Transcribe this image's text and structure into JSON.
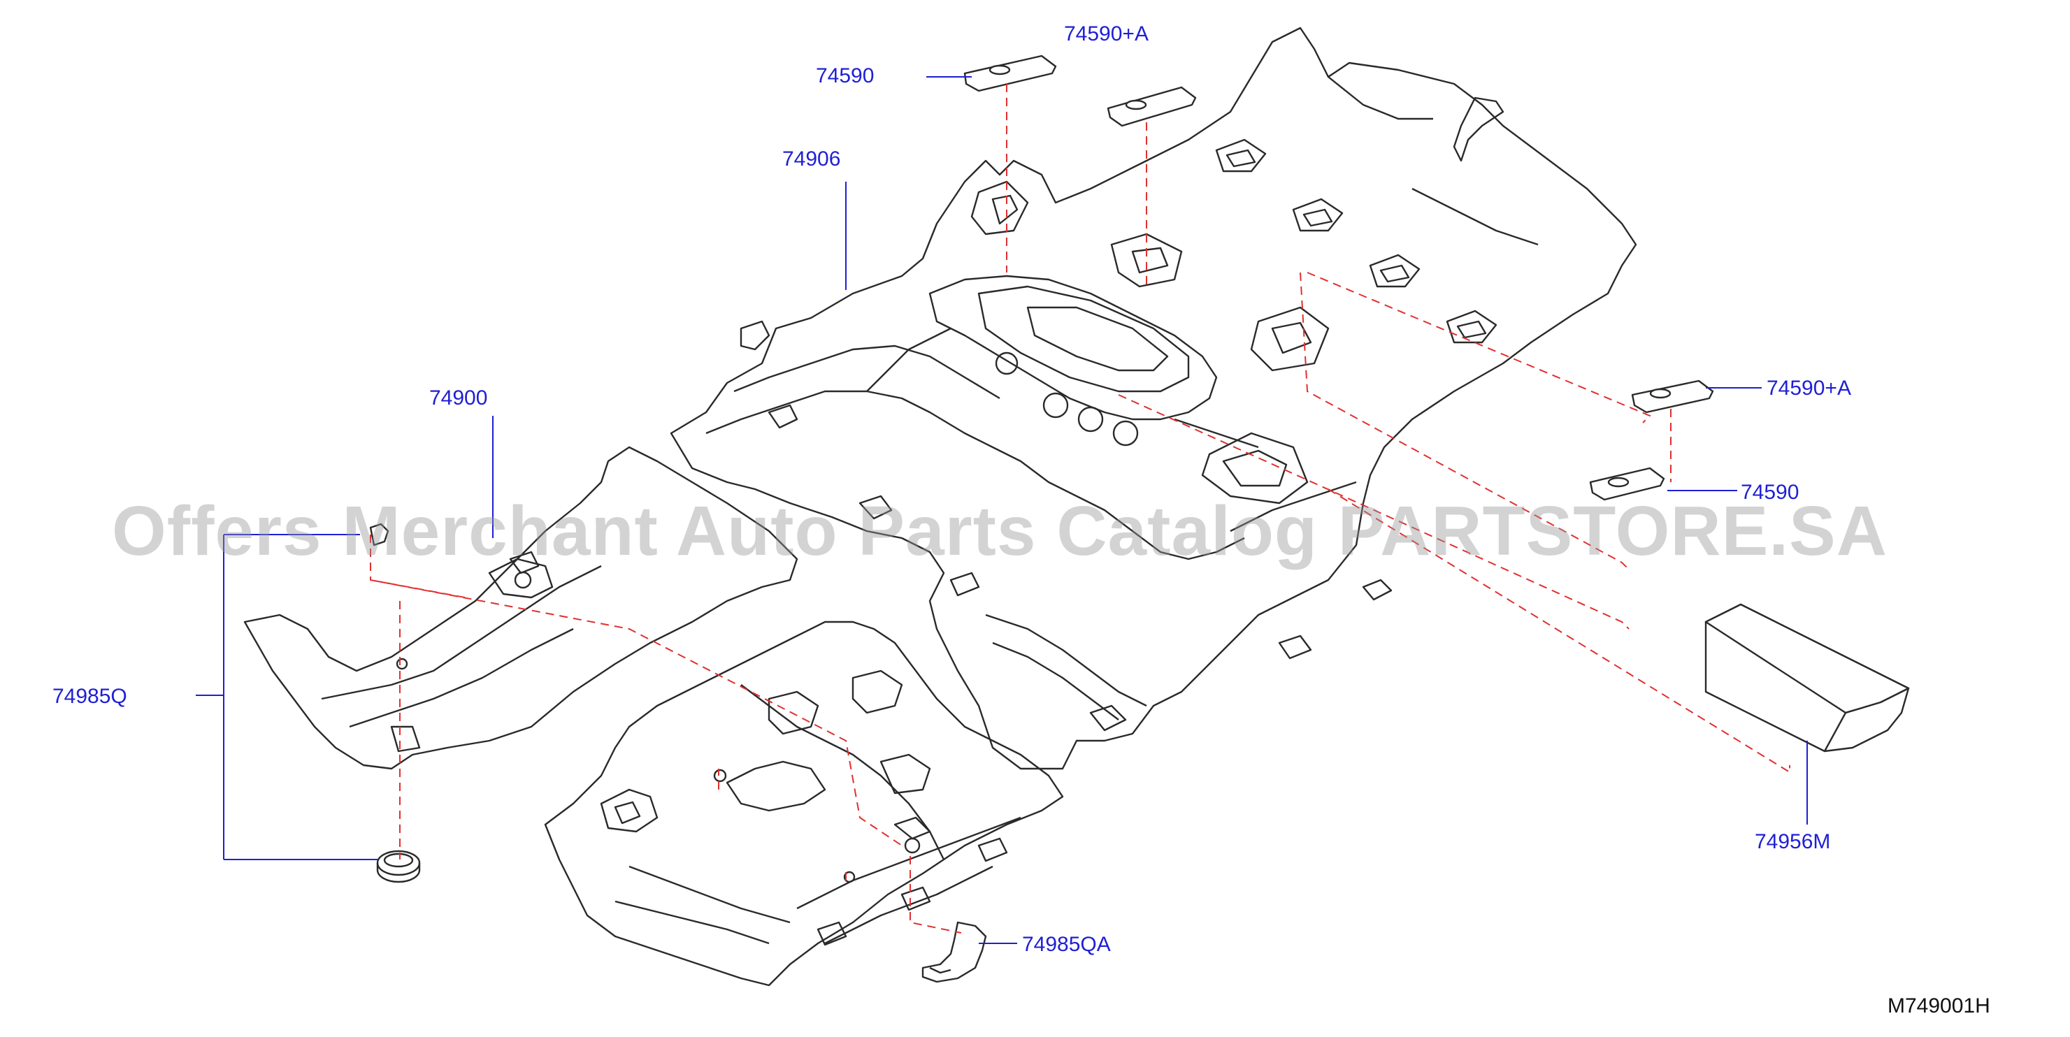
{
  "diagram": {
    "code": "M749001H",
    "watermark": "Offers Merchant Auto Parts Catalog PARTSTORE.SA",
    "colors": {
      "line_art": "#2a2a2a",
      "leader": "#1f1fd6",
      "label": "#1f1fd6",
      "dashed_guide": "#e03030",
      "watermark": "#969696"
    },
    "callouts": {
      "p74590_top": "74590",
      "p74590a_top": "74590+A",
      "p74906": "74906",
      "p74900": "74900",
      "p74985q": "74985Q",
      "p74590a_right": "74590+A",
      "p74590_right": "74590",
      "p74956m": "74956M",
      "p74985qa": "74985QA"
    }
  }
}
